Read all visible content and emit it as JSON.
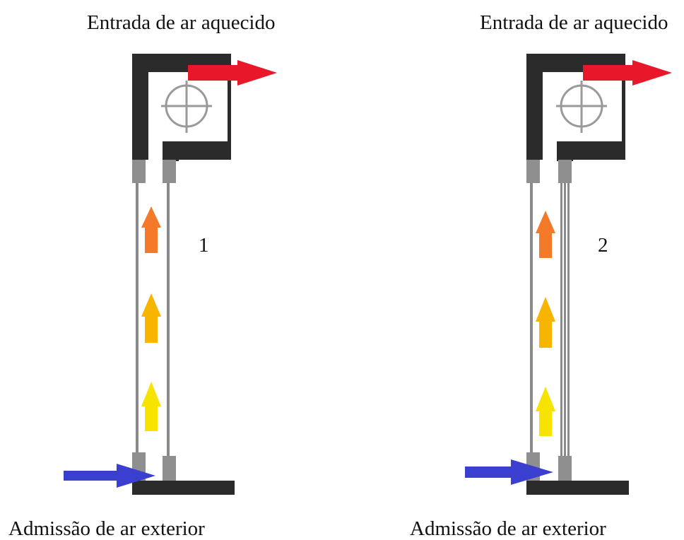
{
  "panels": [
    {
      "number": "1",
      "top_label": "Entrada de ar aquecido",
      "bottom_label": "Admissão de ar exterior",
      "glazing": "single"
    },
    {
      "number": "2",
      "top_label": "Entrada de ar aquecido",
      "bottom_label": "Admissão de ar exterior",
      "glazing": "triple"
    }
  ],
  "colors": {
    "wall": "#2b2b2b",
    "glass": "#8a8a8a",
    "frame": "#8f8f8f",
    "fan": "#9a9a9a",
    "outlet_arrow": "#e8182a",
    "inlet_arrow": "#3a3fd0",
    "arrow_top": "#f47a2a",
    "arrow_mid": "#f7b500",
    "arrow_low": "#f7e300"
  },
  "icons": [
    "fan-icon",
    "outlet-arrow-icon",
    "inlet-arrow-icon",
    "airflow-arrow-icon"
  ]
}
